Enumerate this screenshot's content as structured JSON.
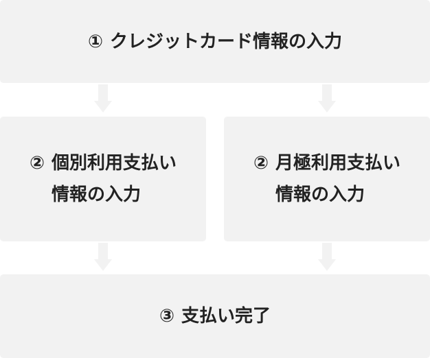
{
  "steps": {
    "step1": {
      "number": "①",
      "lines": [
        "クレジットカード情報の入力"
      ]
    },
    "step2a": {
      "number": "②",
      "lines": [
        "個別利用支払い",
        "情報の入力"
      ]
    },
    "step2b": {
      "number": "②",
      "lines": [
        "月極利用支払い",
        "情報の入力"
      ]
    },
    "step3": {
      "number": "③",
      "lines": [
        "支払い完了"
      ]
    }
  },
  "colors": {
    "box_background": "#f2f2f2",
    "text": "#222222",
    "arrow": "#f2f2f2"
  }
}
